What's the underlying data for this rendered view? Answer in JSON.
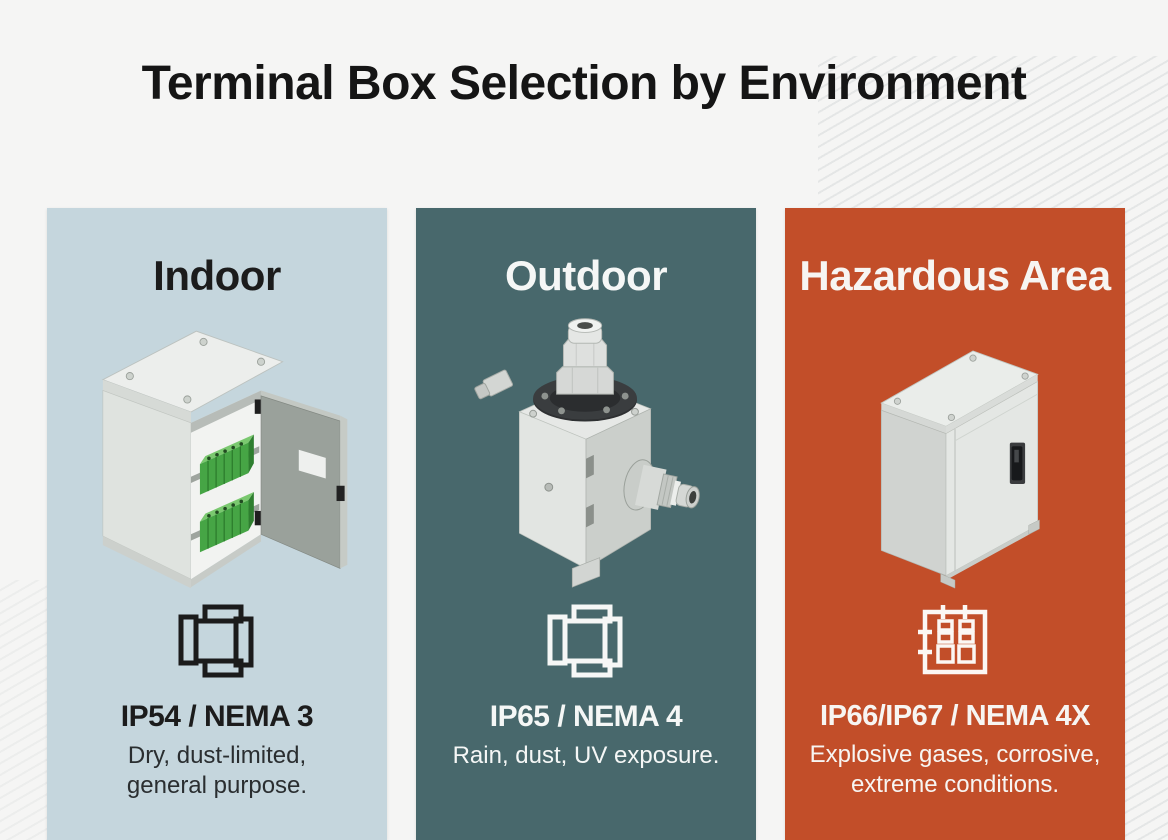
{
  "title": "Terminal Box Selection by Environment",
  "page_bg": "#f5f5f4",
  "columns": [
    {
      "label": "Indoor",
      "rating": "IP54 / NEMA 3",
      "description": "Dry, dust-limited,\ngeneral purpose.",
      "bg": "#c5d6dd",
      "text_color": "#1c1c1c",
      "icon": "open-enclosure-flaps-icon",
      "icon_color": "#1b1b1b",
      "illustration": "open-wall-mount-terminal-box-with-green-terminal-blocks"
    },
    {
      "label": "Outdoor",
      "rating": "IP65 / NEMA 4",
      "description": "Rain, dust, UV exposure.",
      "bg": "#48686c",
      "text_color": "#f5f7f6",
      "icon": "open-enclosure-flaps-icon",
      "icon_color": "#f6f7f6",
      "illustration": "sealed-junction-box-with-cable-glands"
    },
    {
      "label": "Hazardous Area",
      "rating": "IP66/IP67 / NEMA 4X",
      "description": "Explosive gases, corrosive,\nextreme conditions.",
      "bg": "#c24e29",
      "text_color": "#f7f5f2",
      "icon": "terminal-strip-schematic-icon",
      "icon_color": "#fbf7f4",
      "illustration": "closed-industrial-enclosure-with-latch"
    }
  ]
}
